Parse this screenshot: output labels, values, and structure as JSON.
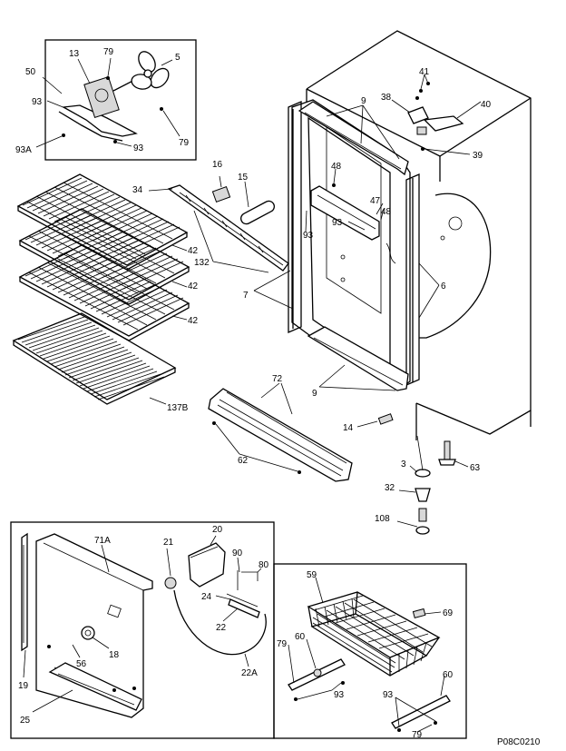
{
  "diagram_code": "P08C0210",
  "labels": {
    "l50": "50",
    "l13": "13",
    "l79a": "79",
    "l5": "5",
    "l93a": "93",
    "l93A": "93A",
    "l93b": "93",
    "l79b": "79",
    "l41": "41",
    "l38": "38",
    "l40": "40",
    "l39": "39",
    "l9a": "9",
    "l16": "16",
    "l15": "15",
    "l48a": "48",
    "l34": "34",
    "l47": "47",
    "l48b": "48",
    "l93c": "93",
    "l93d": "93",
    "l42a": "42",
    "l132": "132",
    "l42b": "42",
    "l42c": "42",
    "l7": "7",
    "l6": "6",
    "l137B": "137B",
    "l72": "72",
    "l9b": "9",
    "l14": "14",
    "l62": "62",
    "l63": "63",
    "l3": "3",
    "l32": "32",
    "l108": "108",
    "l71A": "71A",
    "l21": "21",
    "l20": "20",
    "l90": "90",
    "l80": "80",
    "l24": "24",
    "l22": "22",
    "l22A": "22A",
    "l18": "18",
    "l56": "56",
    "l19": "19",
    "l25": "25",
    "l59": "59",
    "l69": "69",
    "l79c": "79",
    "l60a": "60",
    "l93e": "93",
    "l60b": "60",
    "l93f": "93",
    "l79d": "79"
  }
}
